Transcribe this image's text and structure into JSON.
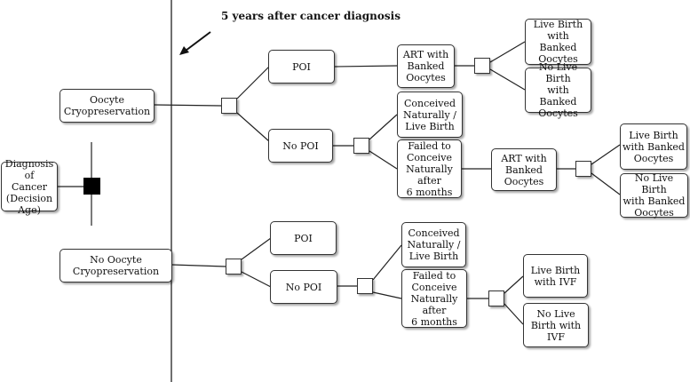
{
  "header": "5 years after cancer diagnosis",
  "nodes": {
    "diagnosis": "Diagnosis  of\nCancer\n(Decision Age)",
    "oocyte_cryo": "Oocyte\nCryopreservation",
    "no_oocyte_cryo": "No Oocyte\nCryopreservation",
    "poi_top": "POI",
    "no_poi_top": "No POI",
    "art_banked_1": "ART with\nBanked\nOocytes",
    "live_birth_banked_1": "Live Birth\nwith Banked\nOocytes",
    "no_live_birth_banked_1": "No Live Birth\nwith Banked\nOocytes",
    "conceived_top": "Conceived\nNaturally /\nLive Birth",
    "failed_top": "Failed to\nConceive\nNaturally\nafter\n6 months",
    "art_banked_2": "ART with\nBanked\nOocytes",
    "live_birth_banked_2": "Live Birth\nwith Banked\nOocytes",
    "no_live_birth_banked_2": "No Live Birth\nwith Banked\nOocytes",
    "poi_bottom": "POI",
    "no_poi_bottom": "No POI",
    "conceived_bottom": "Conceived\nNaturally /\nLive Birth",
    "failed_bottom": "Failed to\nConceive\nNaturally\nafter\n6 months",
    "live_birth_ivf": "Live Birth\nwith IVF",
    "no_live_birth_ivf": "No Live\nBirth with\nIVF"
  },
  "colors": {
    "line": "#222222",
    "box_border": "#333333",
    "decision_node": "#000000"
  }
}
